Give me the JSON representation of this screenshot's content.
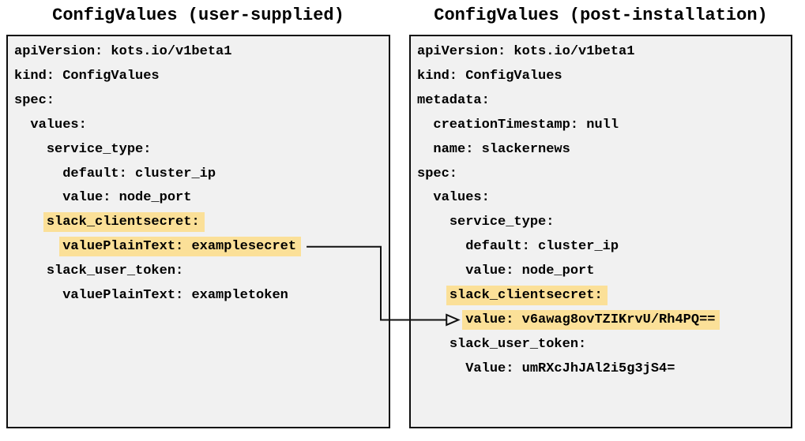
{
  "diagram": {
    "left": {
      "title": "ConfigValues (user-supplied)",
      "lines": [
        {
          "text": "apiVersion: kots.io/v1beta1",
          "highlight": false
        },
        {
          "text": "kind: ConfigValues",
          "highlight": false
        },
        {
          "text": "spec:",
          "highlight": false
        },
        {
          "text": "  values:",
          "highlight": false
        },
        {
          "text": "    service_type:",
          "highlight": false
        },
        {
          "text": "      default: cluster_ip",
          "highlight": false
        },
        {
          "text": "      value: node_port",
          "highlight": false
        },
        {
          "text": "    slack_clientsecret:",
          "highlight": true
        },
        {
          "text": "      valuePlainText: examplesecret",
          "highlight": true
        },
        {
          "text": "    slack_user_token:",
          "highlight": false
        },
        {
          "text": "      valuePlainText: exampletoken",
          "highlight": false
        }
      ]
    },
    "right": {
      "title": "ConfigValues (post-installation)",
      "lines": [
        {
          "text": "apiVersion: kots.io/v1beta1",
          "highlight": false
        },
        {
          "text": "kind: ConfigValues",
          "highlight": false
        },
        {
          "text": "metadata:",
          "highlight": false
        },
        {
          "text": "  creationTimestamp: null",
          "highlight": false
        },
        {
          "text": "  name: slackernews",
          "highlight": false
        },
        {
          "text": "spec:",
          "highlight": false
        },
        {
          "text": "  values:",
          "highlight": false
        },
        {
          "text": "    service_type:",
          "highlight": false
        },
        {
          "text": "      default: cluster_ip",
          "highlight": false
        },
        {
          "text": "      value: node_port",
          "highlight": false
        },
        {
          "text": "    slack_clientsecret:",
          "highlight": true
        },
        {
          "text": "      value: v6awag8ovTZIKrvU/Rh4PQ==",
          "highlight": true
        },
        {
          "text": "    slack_user_token:",
          "highlight": false
        },
        {
          "text": "      Value: umRXcJhJAl2i5g3jS4=",
          "highlight": false
        }
      ]
    },
    "connector": {
      "from_panel": "left",
      "from_line": 8,
      "to_panel": "right",
      "to_line": 11
    },
    "colors": {
      "highlight": "#fbe098",
      "panel_bg": "#f1f1f1",
      "border": "#0d0d0d",
      "text": "#000000",
      "arrow": "#111111"
    }
  }
}
